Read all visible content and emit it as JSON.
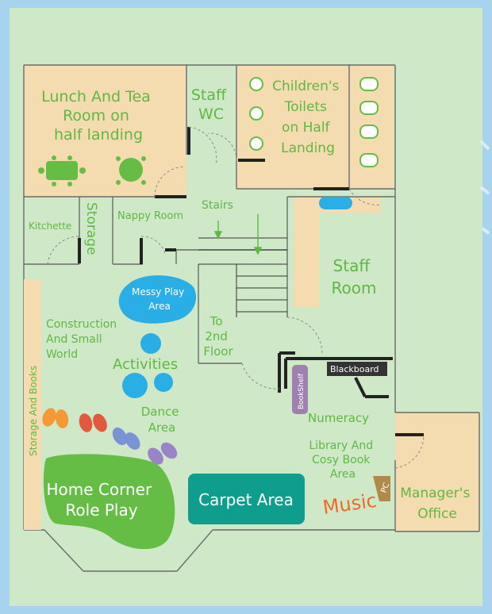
{
  "colors": {
    "page_border": "#a8d3ee",
    "background": "#cfe8c8",
    "wall": "#6b6b6b",
    "warm_room": "#f4dcb0",
    "label_green": "#5fb843",
    "messy_play": "#29aee6",
    "activity_circles": "#29aee6",
    "carpet": "#0f9e8d",
    "home_corner": "#66bd45",
    "music": "#ef6a2a",
    "bookshelf": "#a080b0",
    "blackboard": "#333333",
    "pc_badge": "#b08a4a"
  },
  "rooms": {
    "lunch": "Lunch And Tea Room on half landing",
    "staff_wc": "Staff WC",
    "childrens_toilets": "Children's Toilets on Half Landing",
    "kitchette": "Kitchette",
    "storage": "Storage",
    "nappy": "Nappy Room",
    "stairs": "Stairs",
    "staff_room": "Staff Room",
    "messy_play": "Messy Play Area",
    "construction": "Construction And Small World",
    "activities": "Activities",
    "to_second_floor": "To 2nd Floor",
    "storage_books": "Storage And Books",
    "blackboard": "Blackboard",
    "bookshelf": "BookShelf",
    "numeracy": "Numeracy",
    "library": "Library And Cosy Book Area",
    "dance": "Dance Area",
    "home_corner": "Home Corner Role Play",
    "carpet": "Carpet Area",
    "music": "Music",
    "pc": "PC",
    "manager": "Manager's Office"
  }
}
